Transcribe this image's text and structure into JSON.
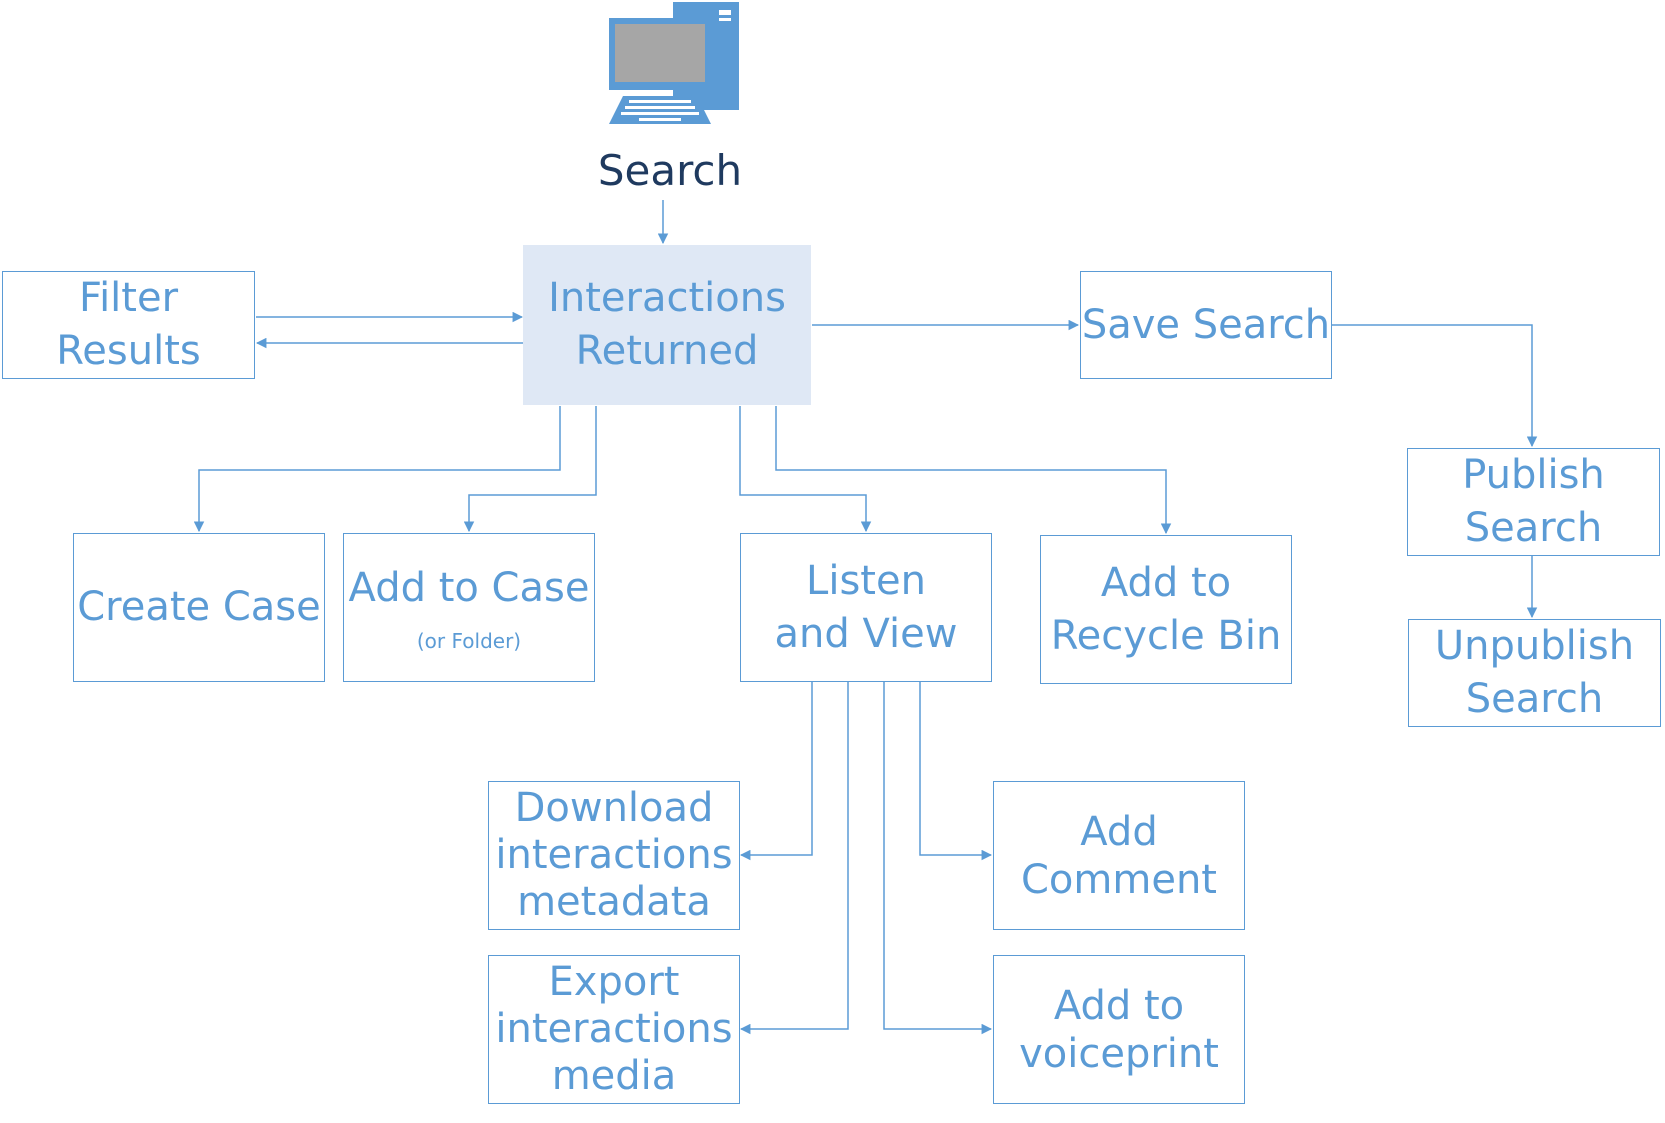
{
  "search": {
    "label": "Search",
    "icon": "computer-icon"
  },
  "nodes": {
    "interactions_returned": [
      "Interactions",
      "Returned"
    ],
    "filter_results": [
      "Filter",
      "Results"
    ],
    "save_search": [
      "Save Search"
    ],
    "publish_search": [
      "Publish",
      "Search"
    ],
    "unpublish_search": [
      "Unpublish",
      "Search"
    ],
    "create_case": [
      "Create Case"
    ],
    "add_to_case": [
      "Add to Case"
    ],
    "add_to_case_sub": "(or Folder)",
    "listen_and_view": [
      "Listen",
      "and View"
    ],
    "add_to_recycle_bin": [
      "Add to",
      "Recycle Bin"
    ],
    "download_metadata": [
      "Download",
      "interactions",
      "metadata"
    ],
    "export_media": [
      "Export",
      "interactions",
      "media"
    ],
    "add_comment": [
      "Add",
      "Comment"
    ],
    "add_to_voiceprint": [
      "Add to",
      "voiceprint"
    ]
  },
  "colors": {
    "accent": "#5b9bd5",
    "primary_fill": "#dfe8f5",
    "search_text": "#1f3a5f"
  }
}
